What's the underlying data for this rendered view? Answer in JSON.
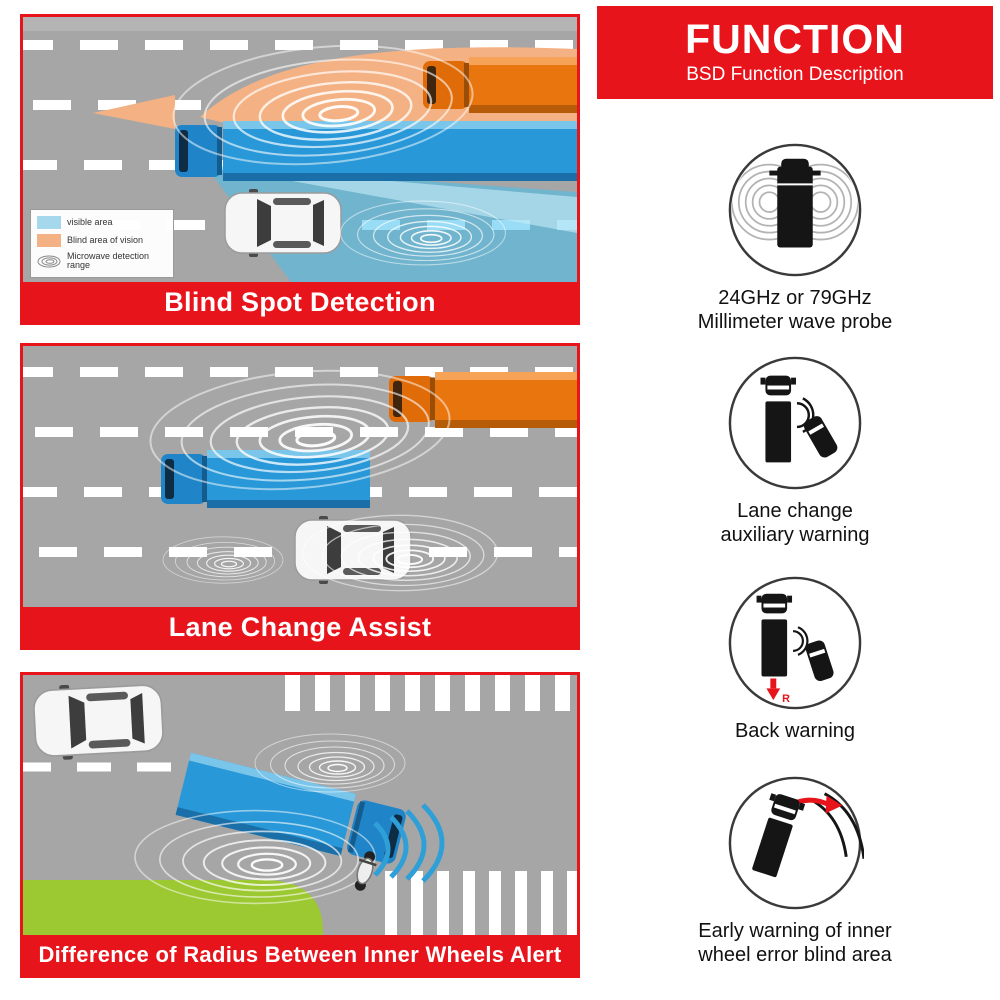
{
  "panels": [
    {
      "title": "Blind Spot Detection"
    },
    {
      "title": "Lane Change Assist"
    },
    {
      "title": "Difference of Radius Between Inner Wheels Alert"
    }
  ],
  "legend": {
    "visible_area": "visible area",
    "blind_area": "Blind area of vision",
    "microwave": "Microwave detection range"
  },
  "function_panel": {
    "title": "FUNCTION",
    "subtitle": "BSD Function Description",
    "items": [
      {
        "caption": "24GHz or 79GHz\nMillimeter wave probe"
      },
      {
        "caption": "Lane change\nauxiliary warning"
      },
      {
        "caption": "Back warning"
      },
      {
        "caption": "Early warning of inner\nwheel error blind area"
      }
    ],
    "reverse_letter": "R"
  },
  "colors": {
    "accent_red": "#e8141c",
    "road_gray": "#a6a6a6",
    "truck_blue": "#2898d8",
    "truck_orange": "#e8750e",
    "visible_blue": "#44bfee",
    "blind_salmon": "#f4b284",
    "grass_green": "#9cc832"
  }
}
